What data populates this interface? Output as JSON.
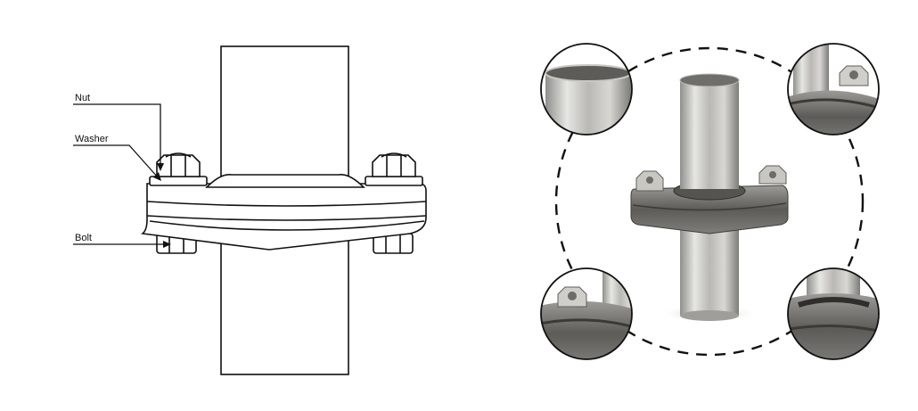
{
  "diagram": {
    "labels": {
      "nut": "Nut",
      "washer": "Washer",
      "bolt": "Bolt"
    }
  },
  "colors": {
    "line": "#111111",
    "steel_light": "#d9d9d6",
    "steel_mid": "#a7a6a2",
    "steel_dark": "#6a6a66",
    "weld": "#4b4a47"
  }
}
